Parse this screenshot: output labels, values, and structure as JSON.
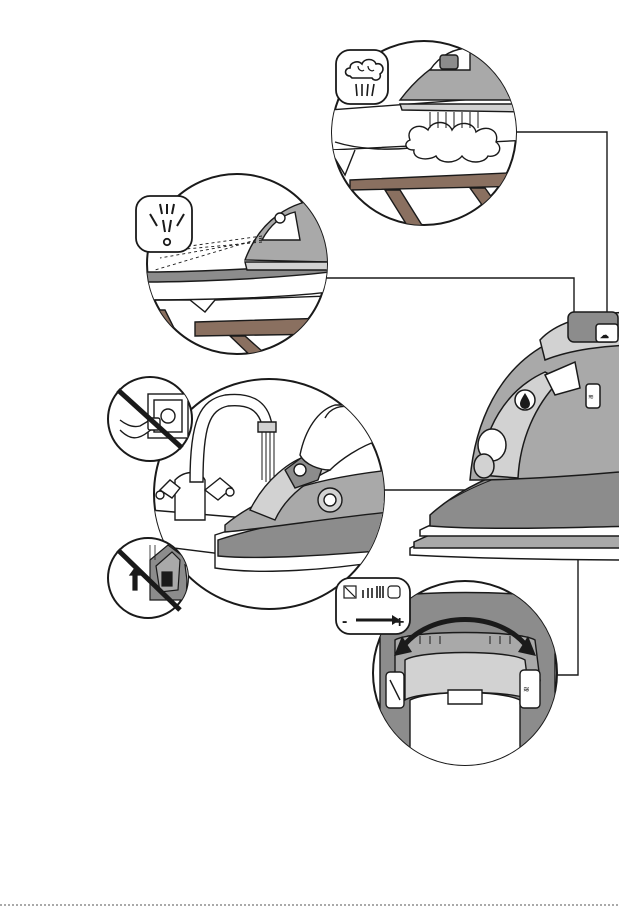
{
  "figure": {
    "panels": [
      {
        "id": "burst-steam",
        "icon": "steam-burst-icon"
      },
      {
        "id": "spray",
        "icon": "spray-icon"
      },
      {
        "id": "fill-water-tank",
        "icon": "unplugged-icon"
      },
      {
        "id": "no-fill-upright",
        "icon": "prohibited-fill-icon"
      },
      {
        "id": "steam-control",
        "icon": "steam-control-symbol-icon"
      }
    ],
    "steam_control_symbol": {
      "minus": "-",
      "plus": "+"
    }
  },
  "colors": {
    "line": "#1a1a1a",
    "grey_dark": "#8c8c8c",
    "grey_mid": "#a9a9a9",
    "grey_light": "#d2d2d2",
    "brown": "#8a7060",
    "prohibit": "#1a1a1a"
  }
}
